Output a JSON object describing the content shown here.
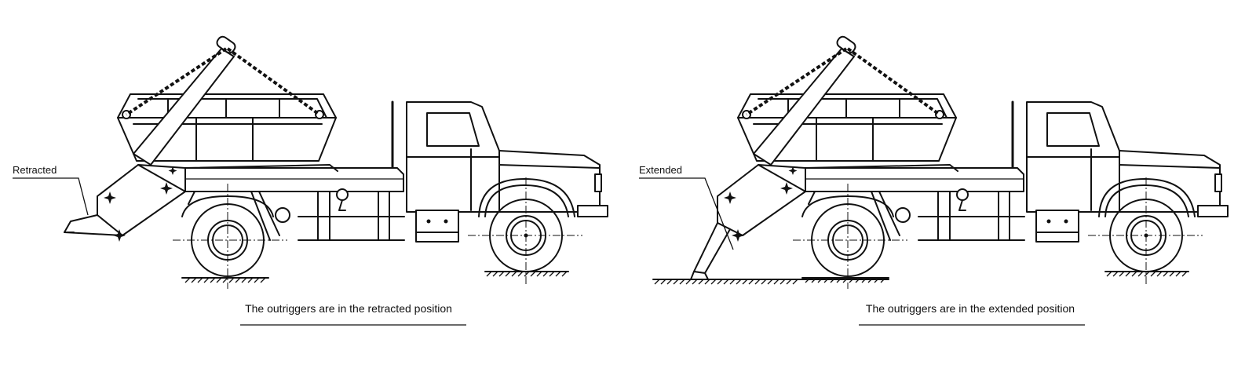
{
  "figures": [
    {
      "id": "retracted",
      "callout_label": "Retracted",
      "caption": "The outriggers are in the retracted position"
    },
    {
      "id": "extended",
      "callout_label": "Extended",
      "caption": "The outriggers are in the extended position"
    }
  ],
  "colors": {
    "line": "#111111",
    "background": "#ffffff"
  }
}
